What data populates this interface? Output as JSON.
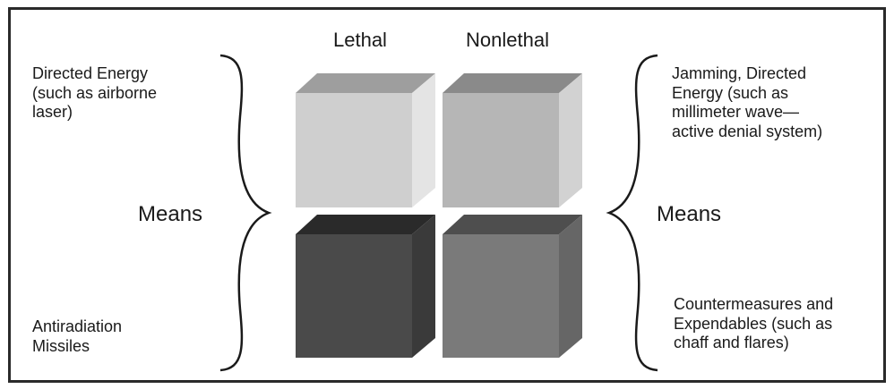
{
  "columns": {
    "lethal": "Lethal",
    "nonlethal": "Nonlethal"
  },
  "left": {
    "top_text": "Directed Energy\n(such as airborne\nlaser)",
    "means": "Means",
    "bottom_text": "Antiradiation\nMissiles"
  },
  "right": {
    "top_text": "Jamming, Directed\nEnergy (such as\nmillimeter wave—\nactive denial system)",
    "means": "Means",
    "bottom_text": "Countermeasures and\nExpendables (such as\nchaff and flares)"
  },
  "colors": {
    "lethal_top": {
      "top": "#9e9e9e",
      "front": "#cfcfcf",
      "side": "#e4e4e4"
    },
    "nonlethal_top": {
      "top": "#8a8a8a",
      "front": "#b6b6b6",
      "side": "#d2d2d2"
    },
    "lethal_bottom": {
      "top": "#2a2a2a",
      "front": "#4a4a4a",
      "side": "#3a3a3a"
    },
    "nonlethal_bottom": {
      "top": "#4e4e4e",
      "front": "#7a7a7a",
      "side": "#666666"
    }
  }
}
